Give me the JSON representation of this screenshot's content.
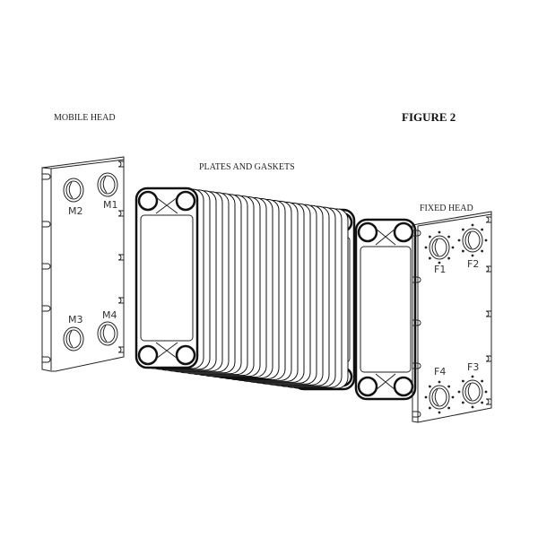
{
  "figure_title": "FIGURE 2",
  "labels": {
    "mobile_head": "MOBILE HEAD",
    "plates_and_gaskets": "PLATES AND GASKETS",
    "fixed_head": "FIXED HEAD"
  },
  "ports": {
    "mobile": [
      "M1",
      "M2",
      "M3",
      "M4"
    ],
    "fixed": [
      "F1",
      "F2",
      "F3",
      "F4"
    ]
  },
  "plate_pack_count": 26
}
